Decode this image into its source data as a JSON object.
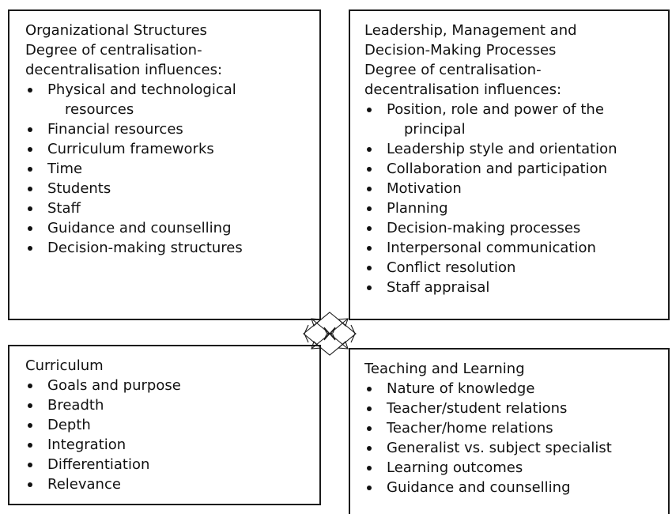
{
  "top_left": {
    "heading_lines": [
      "Organizational Structures",
      "Degree of centralisation-",
      "decentralisation influences:"
    ],
    "items": [
      {
        "text": "Physical and technological",
        "continuation": "resources"
      },
      {
        "text": "Financial resources"
      },
      {
        "text": "Curriculum frameworks"
      },
      {
        "text": "Time"
      },
      {
        "text": "Students"
      },
      {
        "text": "Staff"
      },
      {
        "text": "Guidance and counselling"
      },
      {
        "text": "Decision-making structures"
      }
    ]
  },
  "top_right": {
    "heading_lines": [
      "Leadership, Management and",
      "Decision-Making Processes",
      "Degree of centralisation-",
      "decentralisation influences:"
    ],
    "items": [
      {
        "text": "Position, role and power of the",
        "continuation": "principal"
      },
      {
        "text": "Leadership style and orientation"
      },
      {
        "text": "Collaboration and participation"
      },
      {
        "text": "Motivation"
      },
      {
        "text": "Planning"
      },
      {
        "text": "Decision-making processes"
      },
      {
        "text": "Interpersonal communication"
      },
      {
        "text": "Conflict resolution"
      },
      {
        "text": "Staff appraisal"
      }
    ]
  },
  "bottom_left": {
    "heading_lines": [
      "Curriculum"
    ],
    "items": [
      {
        "text": "Goals and purpose"
      },
      {
        "text": "Breadth"
      },
      {
        "text": "Depth"
      },
      {
        "text": "Integration"
      },
      {
        "text": "Differentiation"
      },
      {
        "text": "Relevance"
      }
    ]
  },
  "bottom_right": {
    "heading_lines": [
      "Teaching and Learning"
    ],
    "items": [
      {
        "text": "Nature of knowledge"
      },
      {
        "text": "Teacher/student relations"
      },
      {
        "text": "Teacher/home relations"
      },
      {
        "text": "Generalist vs. subject specialist"
      },
      {
        "text": "Learning outcomes"
      },
      {
        "text": "Guidance and counselling"
      }
    ]
  },
  "connector": {
    "icon": "four-way-arrows-icon",
    "color": "#1a1a1a"
  }
}
